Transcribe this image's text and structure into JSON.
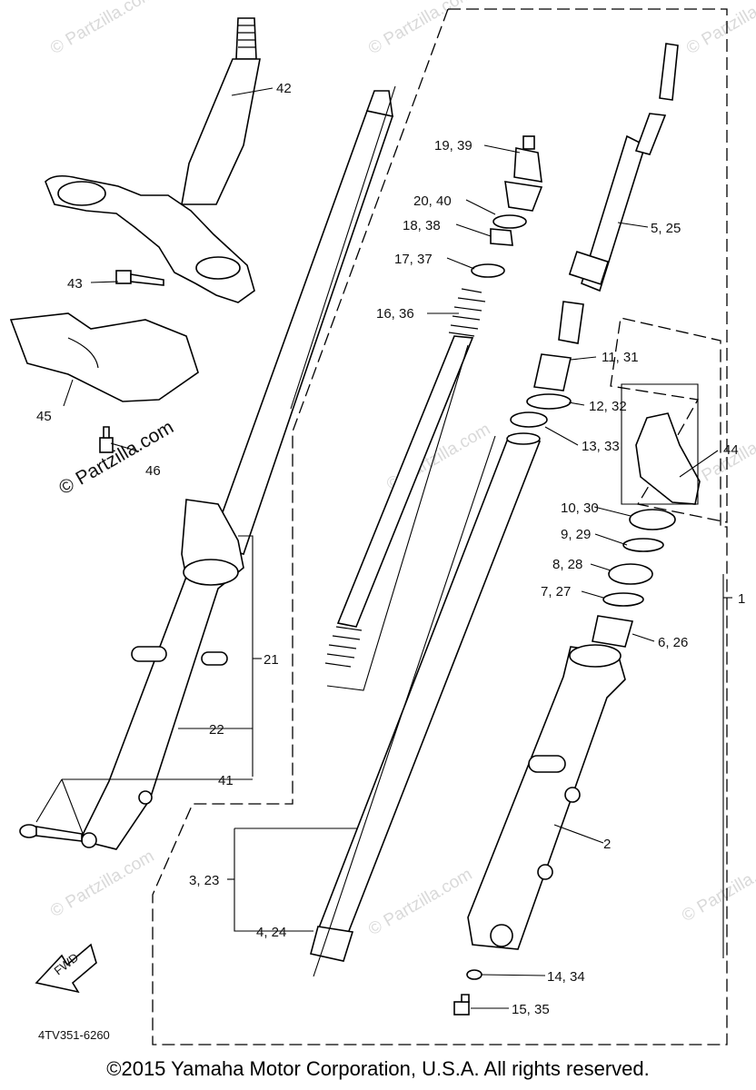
{
  "watermark": "© Partzilla.com",
  "brand_watermark": "© Partzilla.com",
  "diagram_code": "4TV351-6260",
  "fwd_label": "FWD",
  "copyright": "©2015  Yamaha Motor Corporation, U.S.A. All rights reserved.",
  "callouts": {
    "c42": "42",
    "c43": "43",
    "c45": "45",
    "c46": "46",
    "c19": "19, 39",
    "c20": "20, 40",
    "c18": "18, 38",
    "c17": "17, 37",
    "c16": "16, 36",
    "c5": "5, 25",
    "c11": "11, 31",
    "c12": "12, 32",
    "c13": "13, 33",
    "c44": "44",
    "c10": "10, 30",
    "c9": "9, 29",
    "c8": "8, 28",
    "c7": "7, 27",
    "c1": "1",
    "c6": "6, 26",
    "c21": "21",
    "c22": "22",
    "c41": "41",
    "c2": "2",
    "c3": "3, 23",
    "c4": "4, 24",
    "c14": "14, 34",
    "c15": "15, 35"
  }
}
